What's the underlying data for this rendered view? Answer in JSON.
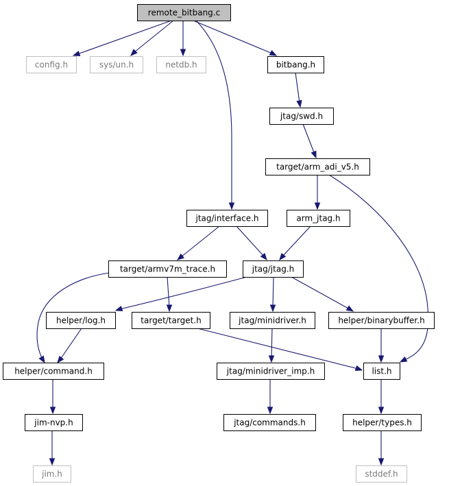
{
  "graph": {
    "nodes": [
      {
        "id": "remote_bitbang",
        "label": "remote_bitbang.c",
        "style": "root"
      },
      {
        "id": "config",
        "label": "config.h",
        "style": "missing"
      },
      {
        "id": "sysun",
        "label": "sys/un.h",
        "style": "missing"
      },
      {
        "id": "netdb",
        "label": "netdb.h",
        "style": "missing"
      },
      {
        "id": "bitbang",
        "label": "bitbang.h",
        "style": "normal"
      },
      {
        "id": "swd",
        "label": "jtag/swd.h",
        "style": "normal"
      },
      {
        "id": "arm_adi",
        "label": "target/arm_adi_v5.h",
        "style": "normal"
      },
      {
        "id": "interface",
        "label": "jtag/interface.h",
        "style": "normal"
      },
      {
        "id": "arm_jtag",
        "label": "arm_jtag.h",
        "style": "normal"
      },
      {
        "id": "armv7m",
        "label": "target/armv7m_trace.h",
        "style": "normal"
      },
      {
        "id": "jtag",
        "label": "jtag/jtag.h",
        "style": "normal"
      },
      {
        "id": "log",
        "label": "helper/log.h",
        "style": "normal"
      },
      {
        "id": "target",
        "label": "target/target.h",
        "style": "normal"
      },
      {
        "id": "minidriver",
        "label": "jtag/minidriver.h",
        "style": "normal"
      },
      {
        "id": "binarybuffer",
        "label": "helper/binarybuffer.h",
        "style": "normal"
      },
      {
        "id": "command",
        "label": "helper/command.h",
        "style": "normal"
      },
      {
        "id": "minidriver_imp",
        "label": "jtag/minidriver_imp.h",
        "style": "normal"
      },
      {
        "id": "list",
        "label": "list.h",
        "style": "normal"
      },
      {
        "id": "jimnvp",
        "label": "jim-nvp.h",
        "style": "normal"
      },
      {
        "id": "commands",
        "label": "jtag/commands.h",
        "style": "normal"
      },
      {
        "id": "types",
        "label": "helper/types.h",
        "style": "normal"
      },
      {
        "id": "jim",
        "label": "jim.h",
        "style": "missing"
      },
      {
        "id": "stddef",
        "label": "stddef.h",
        "style": "missing"
      }
    ],
    "edges": [
      {
        "from": "remote_bitbang",
        "to": "config"
      },
      {
        "from": "remote_bitbang",
        "to": "sysun"
      },
      {
        "from": "remote_bitbang",
        "to": "netdb"
      },
      {
        "from": "remote_bitbang",
        "to": "bitbang"
      },
      {
        "from": "remote_bitbang",
        "to": "interface"
      },
      {
        "from": "bitbang",
        "to": "swd"
      },
      {
        "from": "swd",
        "to": "arm_adi"
      },
      {
        "from": "arm_adi",
        "to": "arm_jtag"
      },
      {
        "from": "arm_adi",
        "to": "list"
      },
      {
        "from": "interface",
        "to": "armv7m"
      },
      {
        "from": "interface",
        "to": "jtag"
      },
      {
        "from": "arm_jtag",
        "to": "jtag"
      },
      {
        "from": "armv7m",
        "to": "command"
      },
      {
        "from": "armv7m",
        "to": "target"
      },
      {
        "from": "jtag",
        "to": "log"
      },
      {
        "from": "jtag",
        "to": "minidriver"
      },
      {
        "from": "jtag",
        "to": "binarybuffer"
      },
      {
        "from": "log",
        "to": "command"
      },
      {
        "from": "target",
        "to": "list"
      },
      {
        "from": "minidriver",
        "to": "minidriver_imp"
      },
      {
        "from": "binarybuffer",
        "to": "list"
      },
      {
        "from": "command",
        "to": "jimnvp"
      },
      {
        "from": "minidriver_imp",
        "to": "commands"
      },
      {
        "from": "list",
        "to": "types"
      },
      {
        "from": "jimnvp",
        "to": "jim"
      },
      {
        "from": "types",
        "to": "stddef"
      }
    ]
  },
  "colors": {
    "edge": "#191970",
    "root_fill": "#bfbfbf",
    "missing_border": "#bfbfbf",
    "normal_border": "#000000"
  }
}
